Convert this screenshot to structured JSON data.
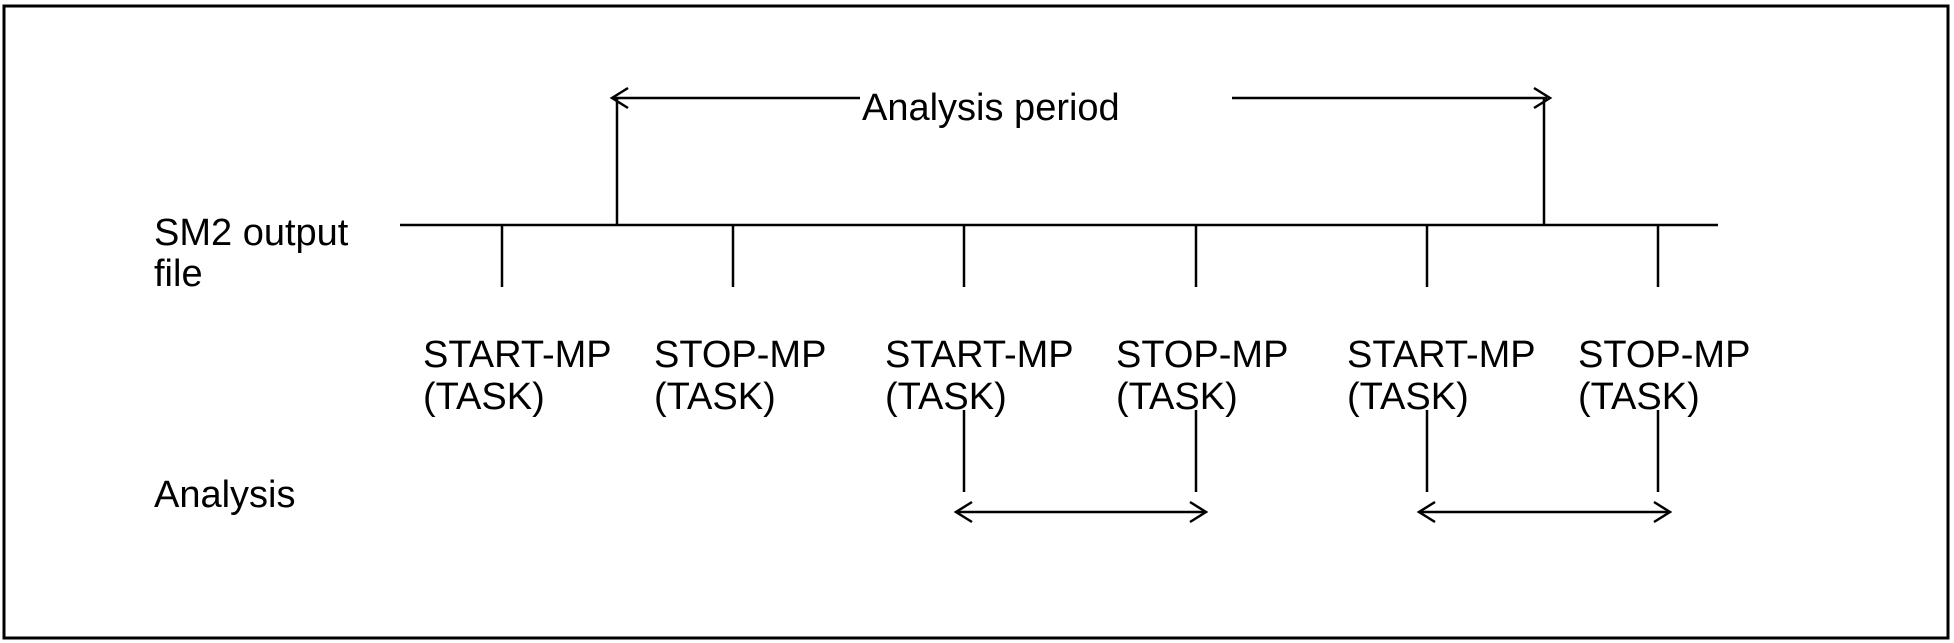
{
  "labels": {
    "analysis_period": "Analysis period",
    "output_file_line1": "SM2 output",
    "output_file_line2": "file",
    "analysis": "Analysis"
  },
  "markers": [
    {
      "line1": "START-MP",
      "line2": "(TASK)"
    },
    {
      "line1": "STOP-MP",
      "line2": "(TASK)"
    },
    {
      "line1": "START-MP",
      "line2": "(TASK)"
    },
    {
      "line1": "STOP-MP",
      "line2": "(TASK)"
    },
    {
      "line1": "START-MP",
      "line2": "(TASK)"
    },
    {
      "line1": "STOP-MP",
      "line2": "(TASK)"
    }
  ]
}
